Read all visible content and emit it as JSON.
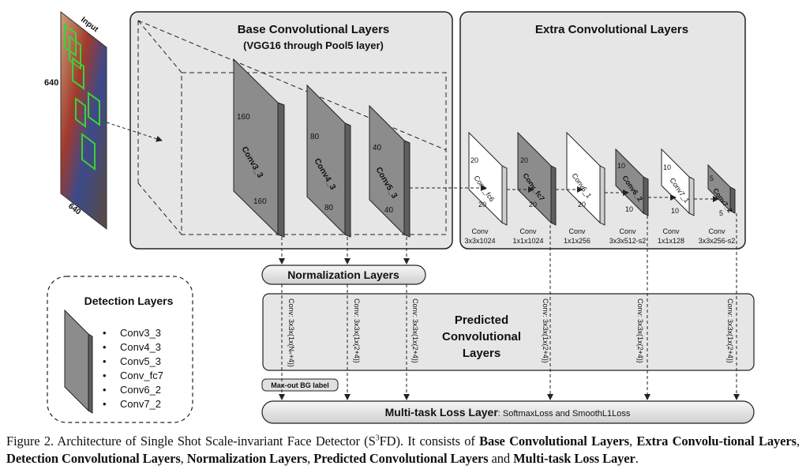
{
  "input": {
    "label": "Input",
    "height_label": "640",
    "width_label": "640"
  },
  "base_block": {
    "title": "Base Convolutional Layers",
    "subtitle": "(VGG16 through Pool5 layer)",
    "layers": [
      {
        "name": "Conv3_3",
        "top": "160",
        "bottom": "160"
      },
      {
        "name": "Conv4_3",
        "top": "80",
        "bottom": "80"
      },
      {
        "name": "Conv5_3",
        "top": "40",
        "bottom": "40"
      }
    ]
  },
  "extra_block": {
    "title": "Extra Convolutional Layers",
    "layers": [
      {
        "name": "Conv_fc6",
        "top": "20",
        "bottom": "20",
        "caption_line1": "Conv",
        "caption_line2": "3x3x1024",
        "shade": "light"
      },
      {
        "name": "Conv_fc7",
        "top": "20",
        "bottom": "20",
        "caption_line1": "Conv",
        "caption_line2": "1x1x1024",
        "shade": "dark"
      },
      {
        "name": "Conv6_1",
        "top": "",
        "bottom": "20",
        "caption_line1": "Conv",
        "caption_line2": "1x1x256",
        "shade": "light"
      },
      {
        "name": "Conv6_2",
        "top": "10",
        "bottom": "10",
        "caption_line1": "Conv",
        "caption_line2": "3x3x512-s2",
        "shade": "dark"
      },
      {
        "name": "Conv7_1",
        "top": "10",
        "bottom": "10",
        "caption_line1": "Conv",
        "caption_line2": "1x1x128",
        "shade": "light"
      },
      {
        "name": "Conv7_2",
        "top": "5",
        "bottom": "5",
        "caption_line1": "Conv",
        "caption_line2": "3x3x256-s2",
        "shade": "dark"
      }
    ]
  },
  "normalization": {
    "label": "Normalization Layers"
  },
  "predicted": {
    "title_lines": [
      "Predicted",
      "Convolutional",
      "Layers"
    ],
    "conv_labels": [
      "Conv: 3x3x(1x(Nₙ+4))",
      "Conv: 3x3x(1x(2+4))",
      "Conv: 3x3x(1x(2+4))",
      "Conv: 3x3x(1x(2+4))",
      "Conv: 3x3x(1x(2+4))",
      "Conv: 3x3x(1x(2+4))"
    ]
  },
  "maxout": {
    "label": "Max-out BG label"
  },
  "loss": {
    "label_bold": "Multi-task Loss Layer",
    "label_normal": ": SoftmaxLoss and SmoothL1Loss"
  },
  "detection": {
    "title": "Detection  Layers",
    "items": [
      "Conv3_3",
      "Conv4_3",
      "Conv5_3",
      "Conv_fc7",
      "Conv6_2",
      "Conv7_2"
    ]
  },
  "caption": {
    "prefix": "Figure 2. Architecture of Single Shot Scale-invariant Face Detector (S",
    "sup": "3",
    "after_sup": "FD). It consists of ",
    "b1": "Base Convolutional Layers",
    "s1": ", ",
    "b2": "Extra Convolu-tional Layers",
    "s2": ", ",
    "b3": "Detection Convolutional Layers",
    "s3": ", ",
    "b4": "Normalization Layers",
    "s4": ", ",
    "b5": "Predicted Convolutional Layers",
    "s5": " and ",
    "b6": "Multi-task Loss Layer",
    "s6": "."
  },
  "colors": {
    "panel_fill": "#e6e6e6",
    "dark_layer": "#8c8c8c",
    "light_layer": "#ffffff",
    "text": "#111111"
  }
}
